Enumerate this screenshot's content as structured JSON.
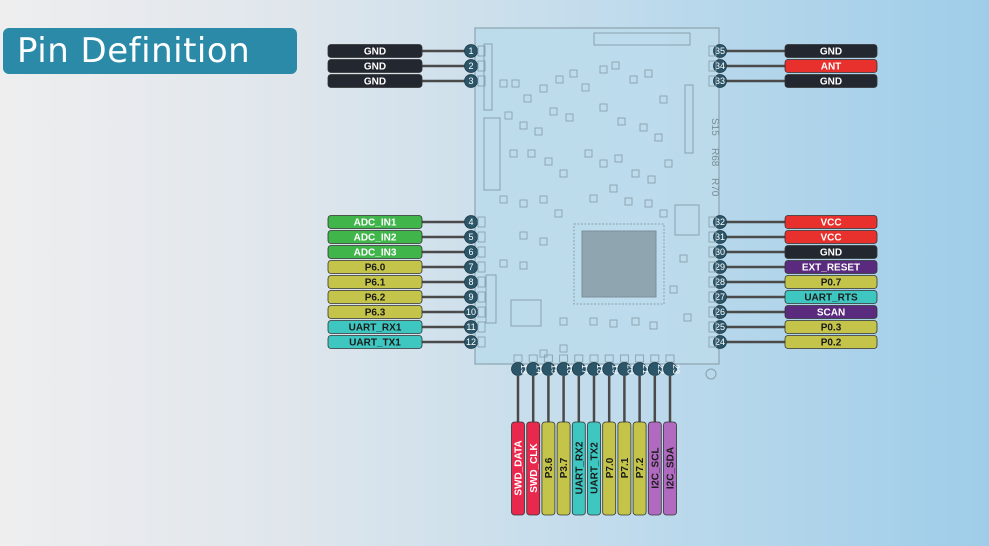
{
  "title": "Pin Definition",
  "board_text": [
    "S15",
    "R68",
    "R70"
  ],
  "colors": {
    "black": "#23272f",
    "red": "#e8302c",
    "green": "#3fb54a",
    "yellow": "#c4c44a",
    "teal": "#3ec6c0",
    "purple": "#5a2a7e",
    "magenta": "#e8284c",
    "violet": "#b06bc0",
    "pin_circle": "#2b5568",
    "wire": "#4a4a4a"
  },
  "left_pins": [
    {
      "num": "1",
      "label": "GND",
      "color": "black"
    },
    {
      "num": "2",
      "label": "GND",
      "color": "black"
    },
    {
      "num": "3",
      "label": "GND",
      "color": "black"
    },
    {
      "num": "4",
      "label": "ADC_IN1",
      "color": "green"
    },
    {
      "num": "5",
      "label": "ADC_IN2",
      "color": "green"
    },
    {
      "num": "6",
      "label": "ADC_IN3",
      "color": "green"
    },
    {
      "num": "7",
      "label": "P6.0",
      "color": "yellow"
    },
    {
      "num": "8",
      "label": "P6.1",
      "color": "yellow"
    },
    {
      "num": "9",
      "label": "P6.2",
      "color": "yellow"
    },
    {
      "num": "10",
      "label": "P6.3",
      "color": "yellow"
    },
    {
      "num": "11",
      "label": "UART_RX1",
      "color": "teal"
    },
    {
      "num": "12",
      "label": "UART_TX1",
      "color": "teal"
    }
  ],
  "right_pins": [
    {
      "num": "35",
      "label": "GND",
      "color": "black"
    },
    {
      "num": "34",
      "label": "ANT",
      "color": "red"
    },
    {
      "num": "33",
      "label": "GND",
      "color": "black"
    },
    {
      "num": "32",
      "label": "VCC",
      "color": "red"
    },
    {
      "num": "31",
      "label": "VCC",
      "color": "red"
    },
    {
      "num": "30",
      "label": "GND",
      "color": "black"
    },
    {
      "num": "29",
      "label": "EXT_RESET",
      "color": "purple"
    },
    {
      "num": "28",
      "label": "P0.7",
      "color": "yellow"
    },
    {
      "num": "27",
      "label": "UART_RTS",
      "color": "teal"
    },
    {
      "num": "26",
      "label": "SCAN",
      "color": "purple"
    },
    {
      "num": "25",
      "label": "P0.3",
      "color": "yellow"
    },
    {
      "num": "24",
      "label": "P0.2",
      "color": "yellow"
    }
  ],
  "bottom_pins": [
    {
      "num": "13",
      "label": "SWD_DATA",
      "color": "magenta"
    },
    {
      "num": "14",
      "label": "SWD_CLK",
      "color": "magenta"
    },
    {
      "num": "15",
      "label": "P3.6",
      "color": "yellow"
    },
    {
      "num": "16",
      "label": "P3.7",
      "color": "yellow"
    },
    {
      "num": "17",
      "label": "UART_RX2",
      "color": "teal"
    },
    {
      "num": "18",
      "label": "UART_TX2",
      "color": "teal"
    },
    {
      "num": "19",
      "label": "P7.0",
      "color": "yellow"
    },
    {
      "num": "20",
      "label": "P7.1",
      "color": "yellow"
    },
    {
      "num": "21",
      "label": "P7.2",
      "color": "yellow"
    },
    {
      "num": "22",
      "label": "I2C_SCL",
      "color": "violet"
    },
    {
      "num": "23",
      "label": "I2C_SDA",
      "color": "violet"
    }
  ]
}
